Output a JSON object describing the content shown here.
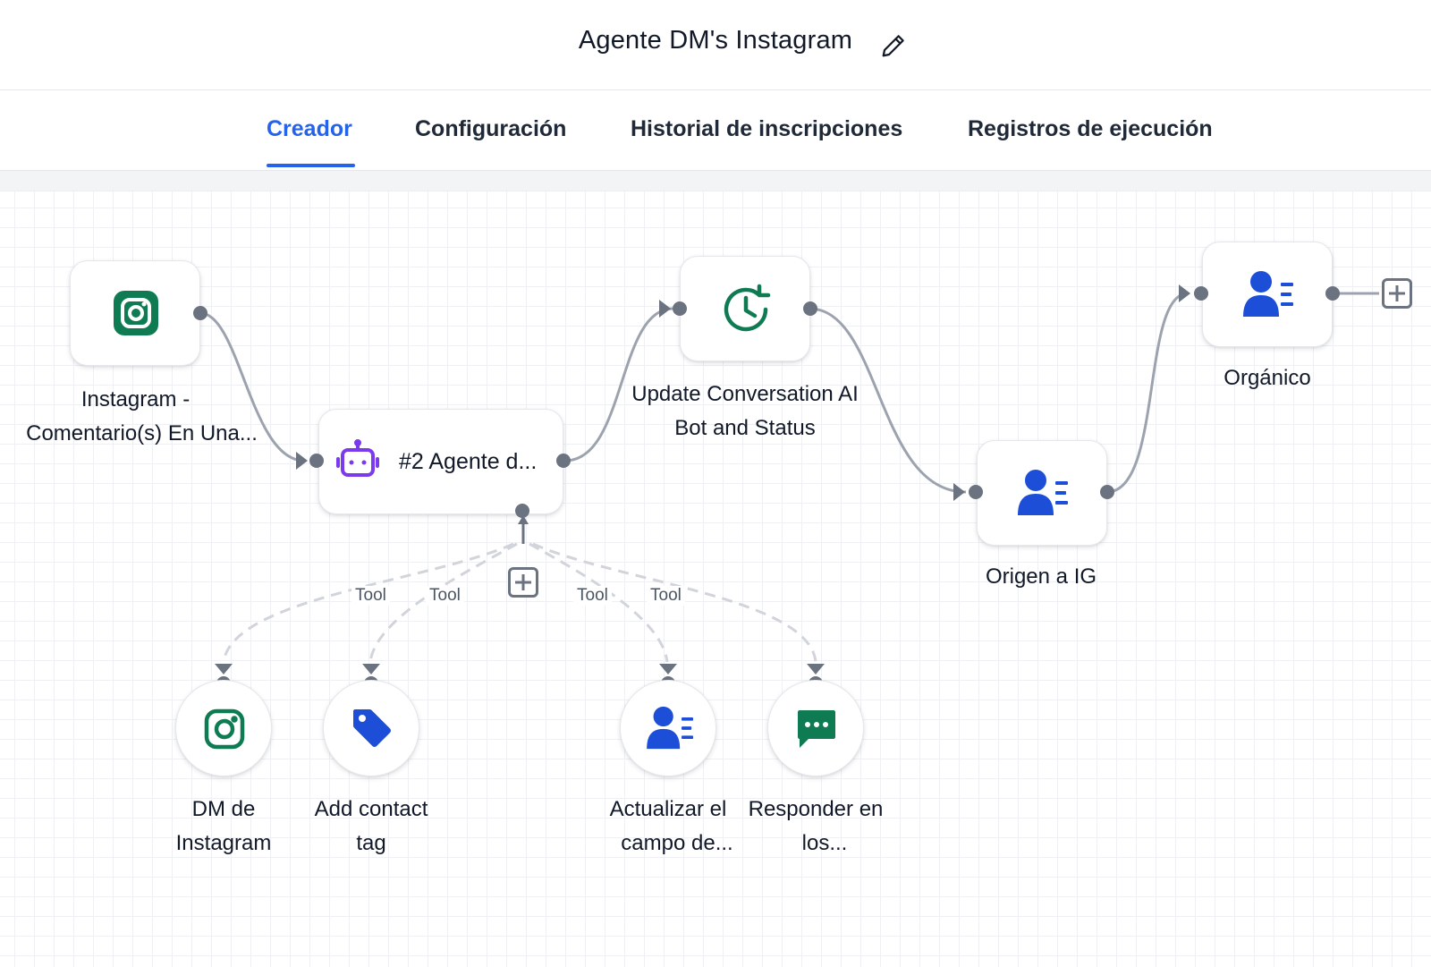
{
  "header": {
    "title": "Agente DM's Instagram",
    "edit_icon": "pencil-icon"
  },
  "tabs": [
    {
      "label": "Creador",
      "active": true
    },
    {
      "label": "Configuración",
      "active": false
    },
    {
      "label": "Historial de inscripciones",
      "active": false
    },
    {
      "label": "Registros de ejecución",
      "active": false
    }
  ],
  "nodes": {
    "trigger": {
      "label_line1": "Instagram -",
      "label_line2": "Comentario(s) En Una...",
      "icon": "instagram-icon",
      "icon_color": "#0f7b53"
    },
    "agent": {
      "label": "#2 Agente d...",
      "icon": "robot-icon",
      "icon_color": "#7c3aed"
    },
    "update_ai": {
      "label_line1": "Update Conversation AI",
      "label_line2": "Bot and Status",
      "icon": "clock-refresh-icon",
      "icon_color": "#0f7b53"
    },
    "origen": {
      "label": "Origen a IG",
      "icon": "contact-icon",
      "icon_color": "#1d4ed8"
    },
    "organico": {
      "label": "Orgánico",
      "icon": "contact-icon",
      "icon_color": "#1d4ed8"
    }
  },
  "tools": {
    "connector_label": "Tool",
    "items": [
      {
        "label_line1": "DM de",
        "label_line2": "Instagram",
        "icon": "instagram-icon",
        "icon_color": "#0f7b53"
      },
      {
        "label_line1": "Add contact",
        "label_line2": "tag",
        "icon": "tag-icon",
        "icon_color": "#1d4ed8"
      },
      {
        "label_line1": "Actualizar el",
        "label_line2": "campo de...",
        "icon": "contact-icon",
        "icon_color": "#1d4ed8"
      },
      {
        "label_line1": "Responder en",
        "label_line2": "los...",
        "icon": "chat-icon",
        "icon_color": "#0f7b53"
      }
    ]
  },
  "colors": {
    "accent": "#2563eb",
    "connector": "#9ca3af",
    "port": "#6b7280"
  }
}
